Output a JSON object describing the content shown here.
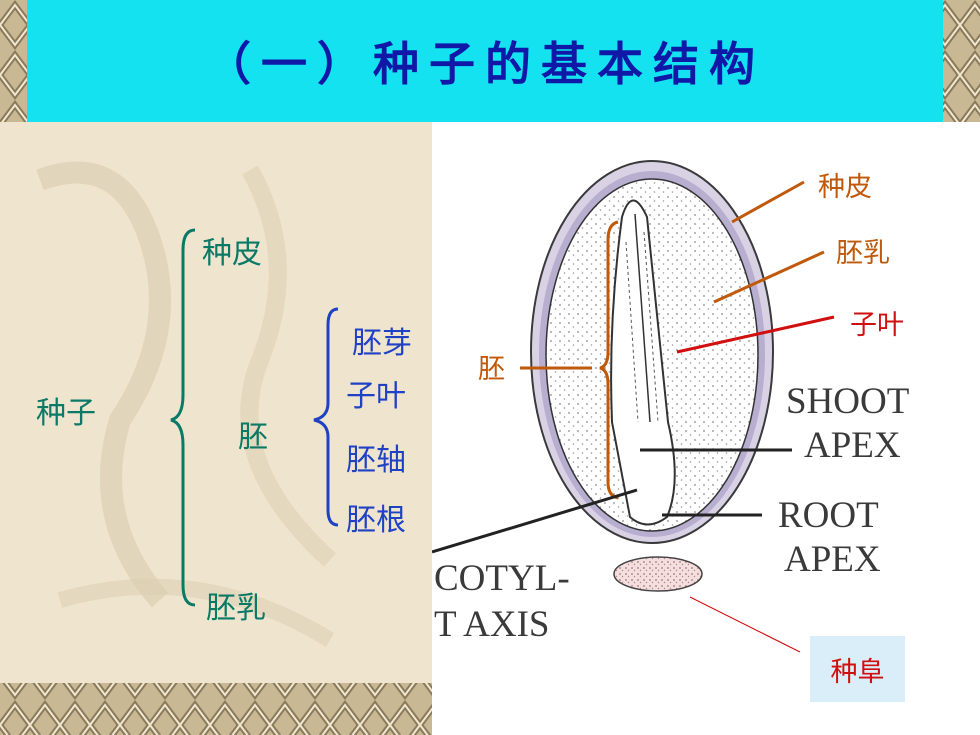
{
  "title": "（一）种子的基本结构",
  "tree": {
    "root": "种子",
    "seed_coat": "种皮",
    "embryo": "胚",
    "endosperm": "胚乳",
    "embryo_parts": [
      "胚芽",
      "子叶",
      "胚轴",
      "胚根"
    ]
  },
  "diagram": {
    "labels_cn": {
      "seed_coat": "种皮",
      "endosperm": "胚乳",
      "cotyledon": "子叶",
      "embryo": "胚",
      "caruncle": "种阜"
    },
    "labels_en": {
      "shoot_1": "SHOOT",
      "shoot_2": "APEX",
      "root_1": "ROOT",
      "root_2": "APEX",
      "cotyl": "COTYL-",
      "axis": "T AXIS"
    }
  },
  "colors": {
    "title_bar": "#14e2f0",
    "title_text": "#1018a8",
    "teal_text": "#0a7a66",
    "blue_text": "#1f42c4",
    "orange_label": "#c0590a",
    "red_label": "#d20f0f"
  }
}
